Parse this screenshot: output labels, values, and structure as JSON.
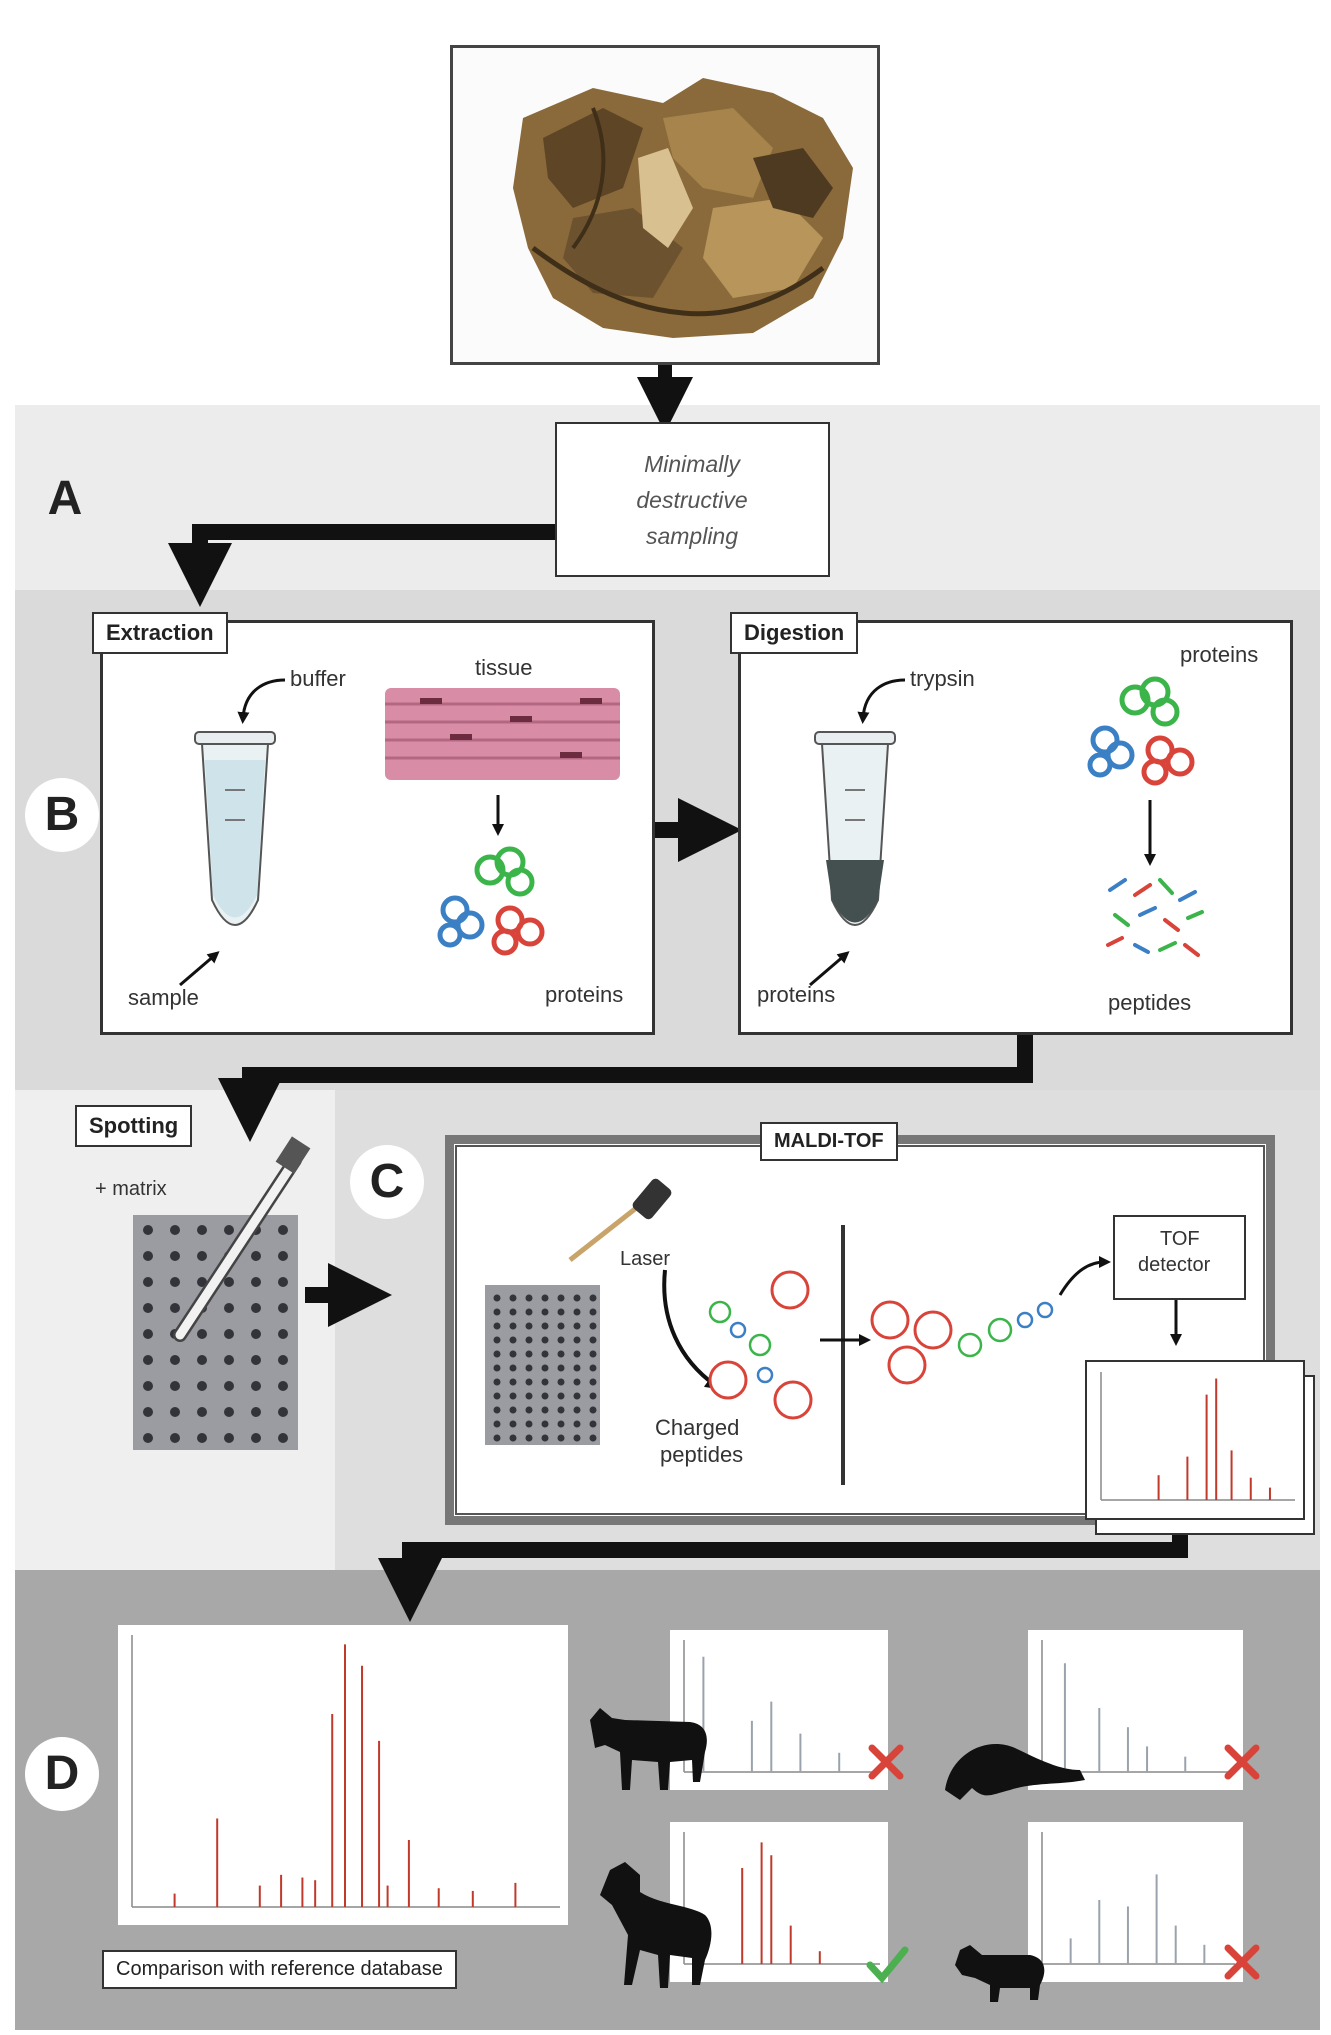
{
  "steps": {
    "a": {
      "letter": "A",
      "note_lines": [
        "Minimally",
        "destructive",
        "sampling"
      ]
    },
    "b": {
      "letter": "B",
      "extraction": {
        "title": "Extraction",
        "buffer": "buffer",
        "tissue": "tissue",
        "sample": "sample",
        "proteins": "proteins"
      },
      "digestion": {
        "title": "Digestion",
        "trypsin": "trypsin",
        "proteins_top": "proteins",
        "proteins_bottom": "proteins",
        "peptides": "peptides"
      }
    },
    "spotting": {
      "title": "Spotting",
      "matrix": "+ matrix"
    },
    "c": {
      "letter": "C",
      "title": "MALDI-TOF",
      "laser": "Laser",
      "charged": "Charged",
      "peptides": "peptides",
      "detector_line1": "TOF",
      "detector_line2": "detector"
    },
    "d": {
      "letter": "D",
      "caption": "Comparison with reference database"
    }
  },
  "references": [
    {
      "animal": "cow-silhouette",
      "result": "cross"
    },
    {
      "animal": "seal-silhouette",
      "result": "cross"
    },
    {
      "animal": "horse-silhouette",
      "result": "check"
    },
    {
      "animal": "goat-silhouette",
      "result": "cross"
    }
  ],
  "colors": {
    "match": "#4caf50",
    "mismatch": "#d9443a",
    "spectrum": "#c0392b",
    "tissue": "#d98ca5"
  }
}
